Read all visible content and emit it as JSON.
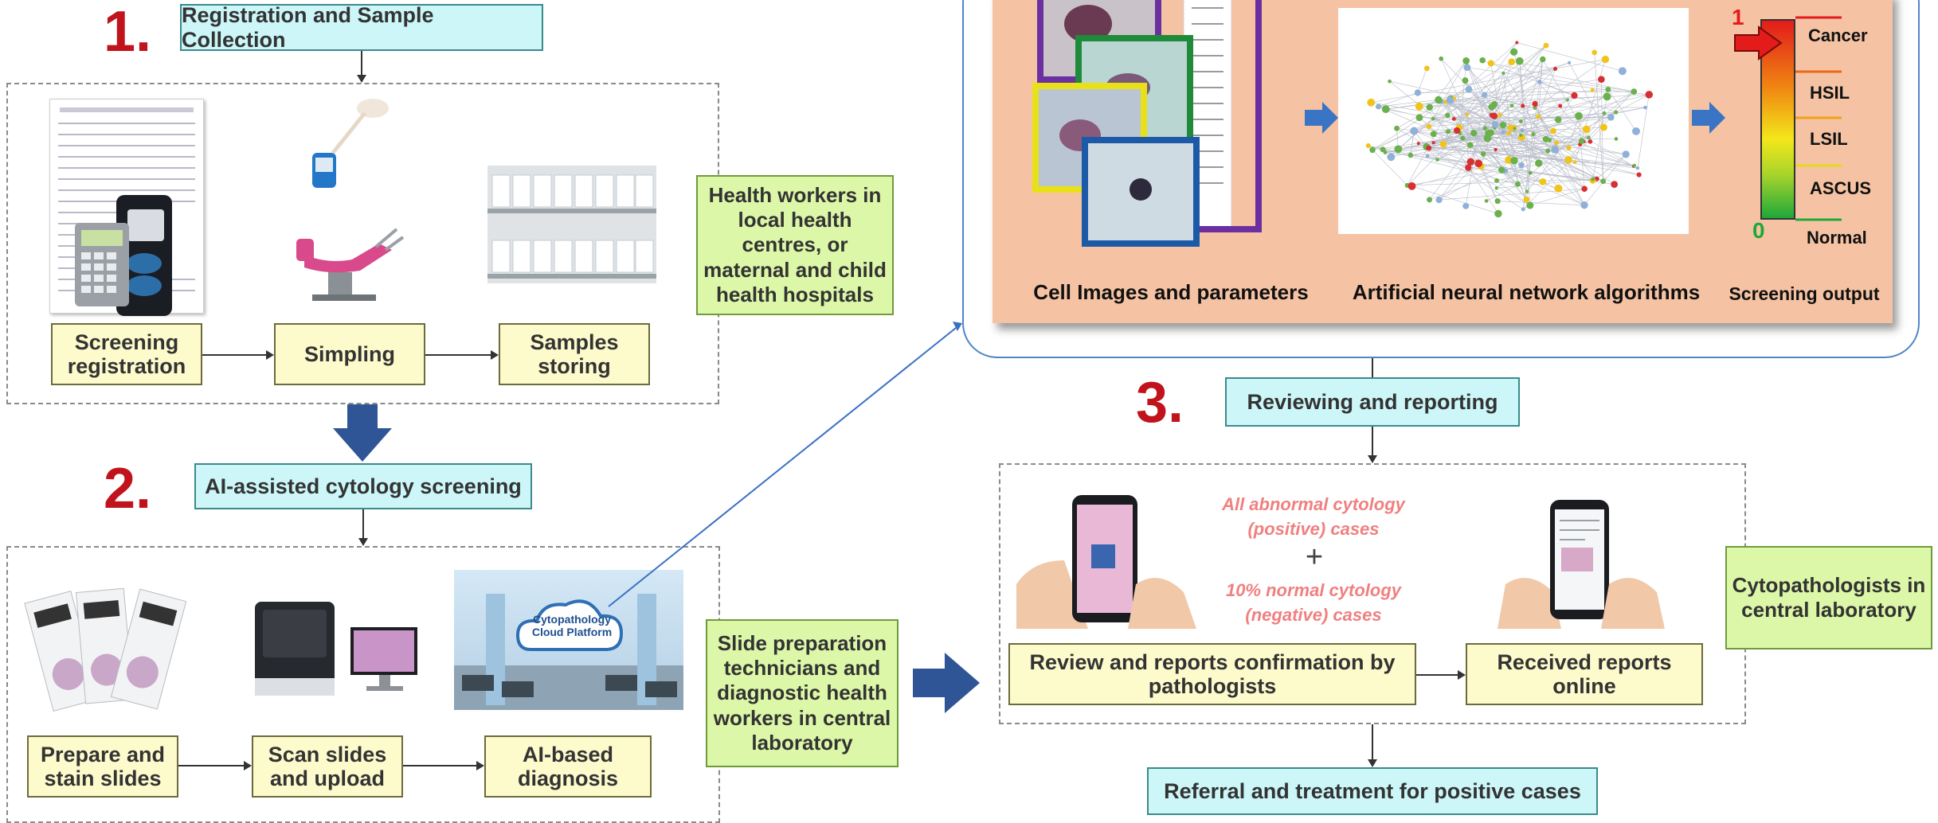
{
  "section1": {
    "number": "1.",
    "title": "Registration and Sample Collection",
    "steps": [
      "Screening registration",
      "Simpling",
      "Samples storing"
    ],
    "actors": "Health workers in local health centres, or maternal and child health hospitals"
  },
  "section2": {
    "number": "2.",
    "title": "AI-assisted cytology screening",
    "steps": [
      "Prepare and stain slides",
      "Scan  slides and upload",
      "AI-based diagnosis"
    ],
    "actors": "Slide preparation technicians and diagnostic health workers in central laboratory",
    "cloud_label": "Cytopathology Cloud Platform"
  },
  "section3": {
    "number": "3.",
    "title": "Reviewing and reporting",
    "steps": [
      "Review and reports confirmation by pathologists",
      "Received reports online"
    ],
    "abnormal_note": "All abnormal cytology (positive) cases",
    "plus": "+",
    "normal_note": "10% normal cytology (negative) cases",
    "actors": "Cytopathologists in central laboratory",
    "final": "Referral and treatment for positive cases"
  },
  "ai_panel": {
    "labels": [
      "Cell Images and parameters",
      "Artificial neural network algorithms",
      "Screening output"
    ],
    "scale_top": "1",
    "scale_bottom": "0",
    "levels": [
      "Cancer",
      "HSIL",
      "LSIL",
      "ASCUS",
      "Normal"
    ]
  },
  "colors": {
    "number_red": "#c0131b",
    "title_cyan": "#ccf6f8",
    "step_yellow": "#fdfbcc",
    "actor_green": "#dcf7a8",
    "panel_peach": "#f5c3a3",
    "arrow_blue": "#2f5597"
  }
}
